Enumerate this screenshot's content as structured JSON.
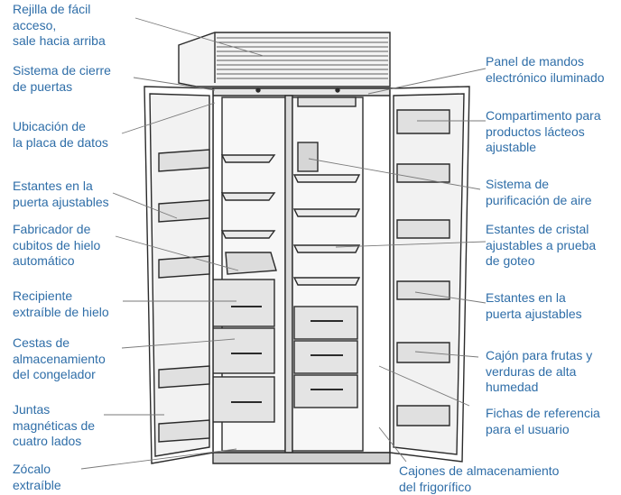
{
  "colors": {
    "label_text": "#2f6ea8",
    "leader_line": "#7a7a7a",
    "drawing_stroke": "#2b2b2b",
    "drawing_fill_light": "#f3f3f3",
    "drawing_fill_mid": "#d9d9d9",
    "drawing_fill_dark": "#9a9a9a"
  },
  "labels": {
    "left": [
      "Rejilla de fácil\nacceso,\nsale hacia arriba",
      "Sistema de cierre\nde puertas",
      "Ubicación de\nla placa de datos",
      "Estantes en la\npuerta ajustables",
      "Fabricador de\ncubitos de hielo\nautomático",
      "Recipiente\nextraíble de hielo",
      "Cestas de\nalmacenamiento\ndel congelador",
      "Juntas\nmagnéticas de\ncuatro lados",
      "Zócalo\nextraíble"
    ],
    "right": [
      "Panel de mandos\nelectrónico iluminado",
      "Compartimento para\nproductos lácteos\najustable",
      "Sistema de\npurificación de aire",
      "Estantes de cristal\najustables a prueba\nde goteo",
      "Estantes en la\npuerta ajustables",
      "Cajón para frutas y\nverduras de alta\nhumedad",
      "Fichas de referencia\npara el usuario"
    ],
    "bottom": "Cajones de almacenamiento\ndel frigorífico"
  }
}
